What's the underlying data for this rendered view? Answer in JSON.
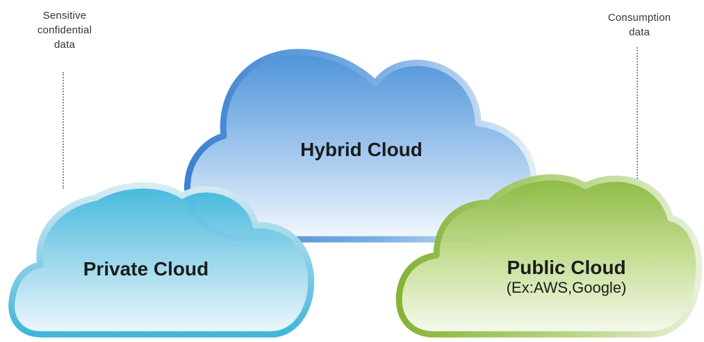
{
  "captions": {
    "left": {
      "lines": [
        "Sensitive",
        "confidential",
        "data"
      ]
    },
    "right": {
      "lines": [
        "Consumption",
        "data"
      ]
    }
  },
  "clouds": {
    "private": {
      "label": "Private Cloud",
      "color": "#3fb4d8"
    },
    "hybrid": {
      "label": "Hybrid Cloud",
      "color": "#4a90d6"
    },
    "public": {
      "label": "Public Cloud",
      "sublabel": "(Ex:AWS,Google)",
      "color": "#86b53a"
    }
  }
}
